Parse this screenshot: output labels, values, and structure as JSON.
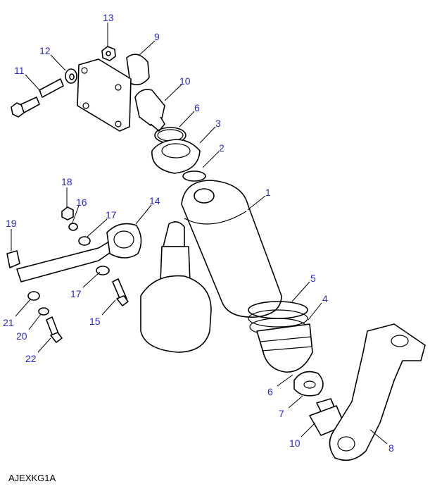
{
  "diagram_code": "AJEXKG1A",
  "callouts": [
    "13",
    "9",
    "12",
    "11",
    "10",
    "6",
    "3",
    "2",
    "1",
    "18",
    "16",
    "17",
    "14",
    "19",
    "5",
    "4",
    "17",
    "15",
    "21",
    "20",
    "22",
    "6",
    "7",
    "10",
    "8"
  ],
  "colors": {
    "callout": "#2a2ac8",
    "line": "#000000"
  }
}
